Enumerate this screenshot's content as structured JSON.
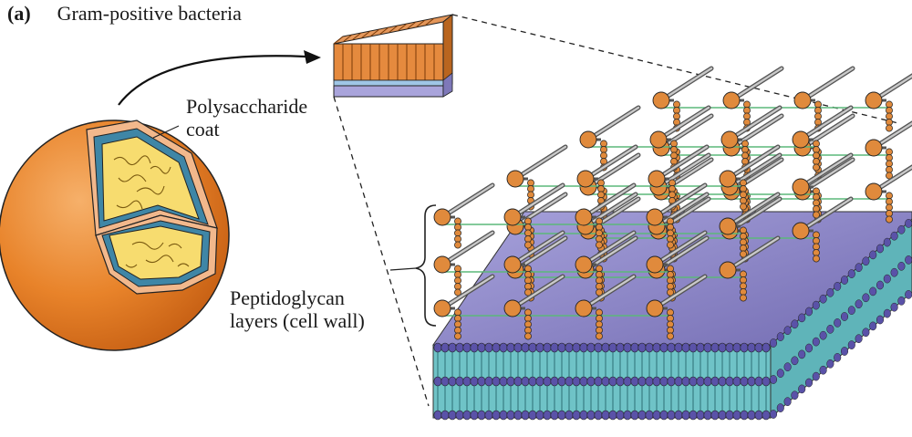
{
  "panel": {
    "tag": "(a)",
    "title": "Gram-positive bacteria"
  },
  "labels": {
    "polysaccharide_line1": "Polysaccharide",
    "polysaccharide_line2": "coat",
    "peptidoglycan_line1": "Peptidoglycan",
    "peptidoglycan_line2": "layers (cell wall)"
  },
  "colors": {
    "cell_orange": "#e8832a",
    "cell_outer_layer": "#f2b88c",
    "cell_wall_blue": "#3f86a6",
    "cytoplasm_yellow": "#f7dc6f",
    "membrane_purple": "#8c85c6",
    "lipid_tail_teal": "#6fc3c7",
    "glycan_strand_gray": "#9a9a9a",
    "peptide_bead_orange": "#e08a3c",
    "crosslink_green": "#5cb87a"
  }
}
